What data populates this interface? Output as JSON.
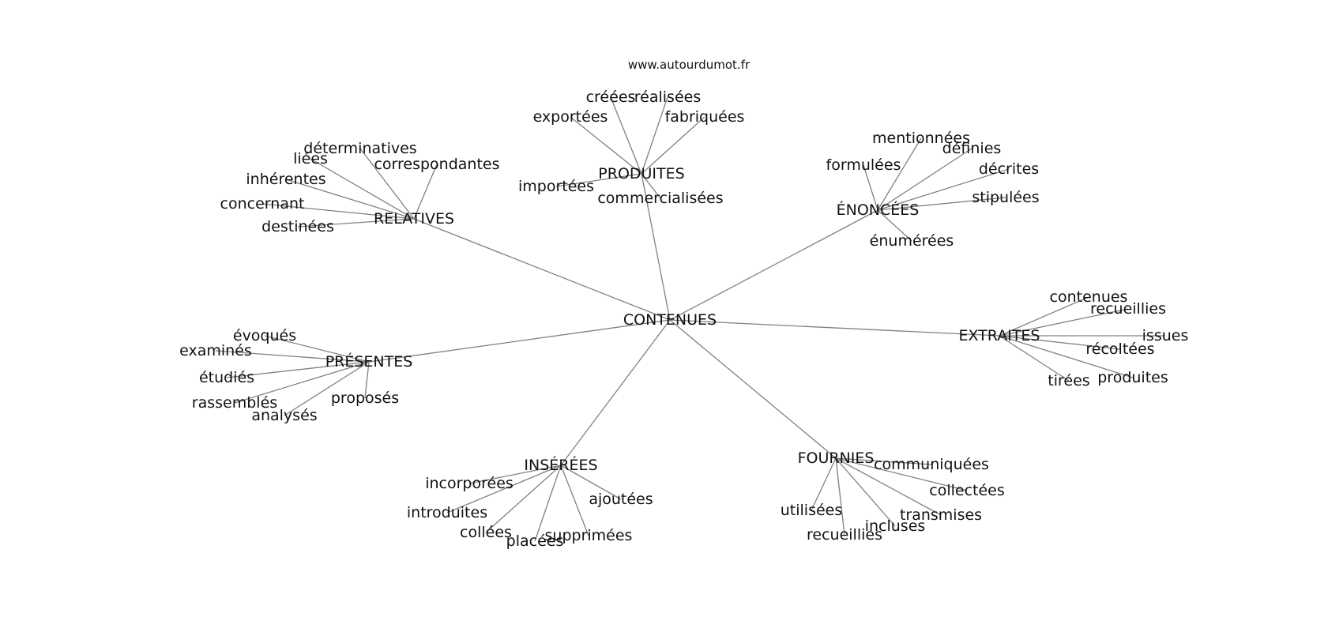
{
  "source_label": "www.autourdumot.fr",
  "root": "CONTENUES",
  "groups": [
    {
      "id": "produites",
      "word": "PRODUITES",
      "children": [
        "créées",
        "réalisées",
        "exportées",
        "fabriquées",
        "importées",
        "commercialisées"
      ]
    },
    {
      "id": "relatives",
      "word": "RELATIVES",
      "children": [
        "déterminatives",
        "liées",
        "correspondantes",
        "inhérentes",
        "concernant",
        "destinées"
      ]
    },
    {
      "id": "enoncees",
      "word": "ÉNONCÉES",
      "children": [
        "mentionnées",
        "définies",
        "formulées",
        "décrites",
        "stipulées",
        "énumérées"
      ]
    },
    {
      "id": "presentes",
      "word": "PRÉSENTES",
      "children": [
        "évoqués",
        "examinés",
        "étudiés",
        "rassemblés",
        "analysés",
        "proposés"
      ]
    },
    {
      "id": "extraites",
      "word": "EXTRAITES",
      "children": [
        "contenues",
        "recueillies",
        "issues",
        "récoltées",
        "tirées",
        "produites"
      ]
    },
    {
      "id": "inserees",
      "word": "INSÉRÉES",
      "children": [
        "incorporées",
        "introduites",
        "collées",
        "placées",
        "supprimées",
        "ajoutées"
      ]
    },
    {
      "id": "fournies",
      "word": "FOURNIES",
      "children": [
        "communiquées",
        "collectées",
        "transmises",
        "incluses",
        "recueillies",
        "utilisées"
      ]
    }
  ]
}
